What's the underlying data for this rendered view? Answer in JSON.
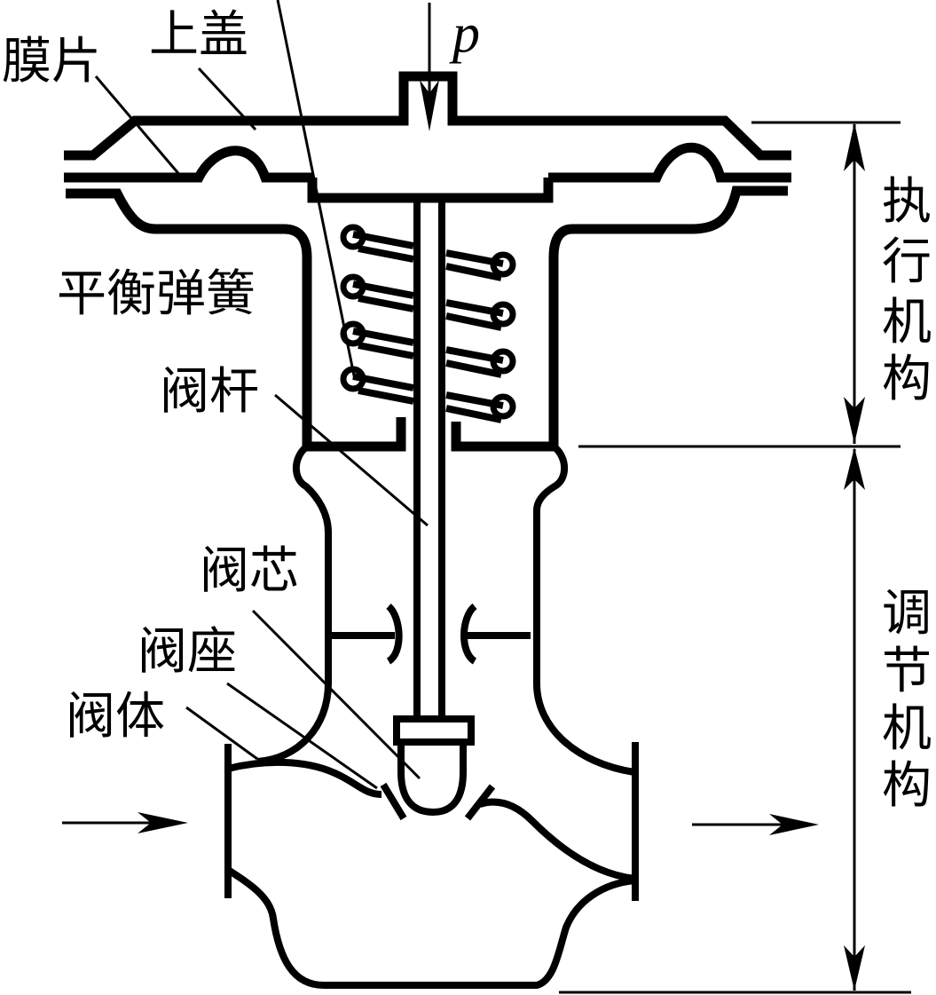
{
  "title": "气动薄膜调节阀结构示意图",
  "labels": {
    "diaphragm": "膜片",
    "top_cover": "上盖",
    "pressure": "p",
    "balance_spring": "平衡弹簧",
    "valve_stem": "阀杆",
    "valve_plug": "阀芯",
    "valve_seat": "阀座",
    "valve_body": "阀体"
  },
  "sections": {
    "actuator": [
      "执",
      "行",
      "机",
      "构"
    ],
    "regulating": [
      "调",
      "节",
      "机",
      "构"
    ]
  },
  "colors": {
    "stroke": "#000000",
    "background": "#ffffff"
  }
}
